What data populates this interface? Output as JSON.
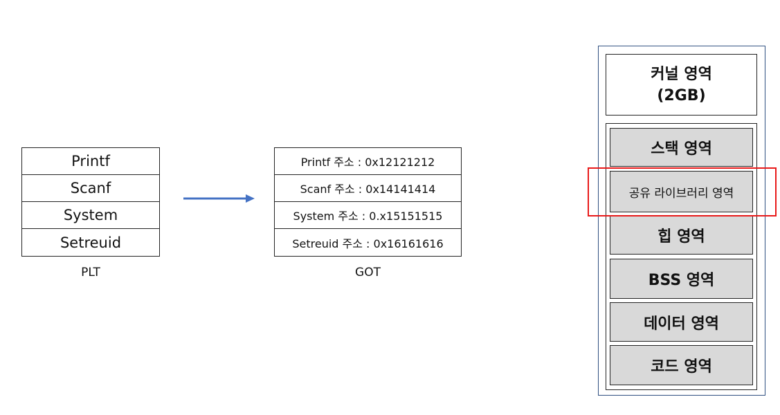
{
  "plt": {
    "rows": [
      "Printf",
      "Scanf",
      "System",
      "Setreuid"
    ],
    "caption": "PLT"
  },
  "got": {
    "rows": [
      "Printf 주소 : 0x12121212",
      "Scanf 주소 : 0x14141414",
      "System 주소 : 0.x15151515",
      "Setreuid 주소 : 0x16161616"
    ],
    "caption": "GOT"
  },
  "memory": {
    "kernel_line1": "커널 영역",
    "kernel_line2": "(2GB)",
    "segments": [
      "스택 영역",
      "공유 라이브러리 영역",
      "힙 영역",
      "BSS 영역",
      "데이터 영역",
      "코드 영역"
    ]
  },
  "colors": {
    "arrow": "#4472c4",
    "highlight": "#e81919",
    "segment_fill": "#d9d9d9",
    "memory_frame": "#2f4f80"
  }
}
